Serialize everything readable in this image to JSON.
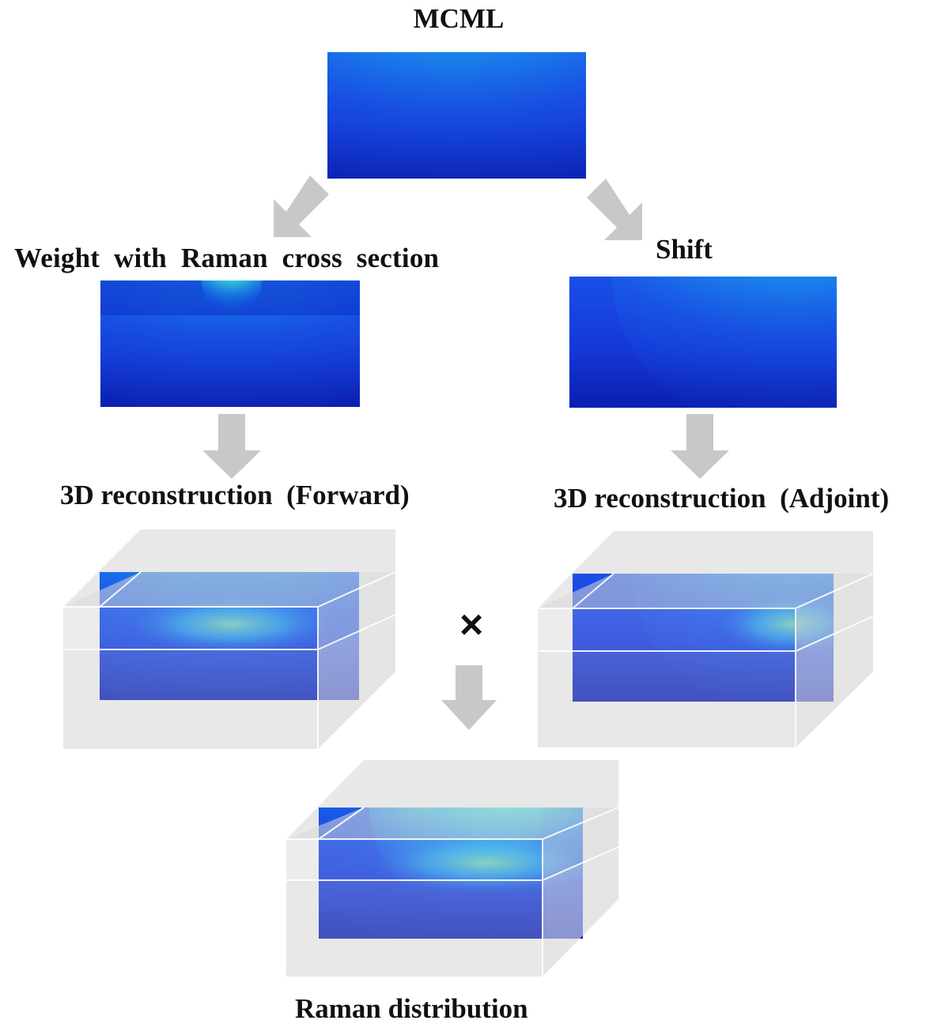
{
  "title": "MCML",
  "branches": {
    "left": {
      "step_label": "Weight  with  Raman  cross  section",
      "recon_label": "3D reconstruction  (Forward)"
    },
    "right": {
      "step_label": "Shift",
      "recon_label": "3D reconstruction  (Adjoint)"
    }
  },
  "operator_symbol": "×",
  "result_label": "Raman distribution",
  "colors": {
    "colormap": [
      "#0b1fb0",
      "#1652e8",
      "#1a8cf0",
      "#22d6f2",
      "#8ee85a",
      "#f0d21a",
      "#ee6a10",
      "#c01008"
    ],
    "arrow": "#c8c8c8",
    "box_face": "#e6e6e6",
    "box_edge": "#ffffff"
  }
}
